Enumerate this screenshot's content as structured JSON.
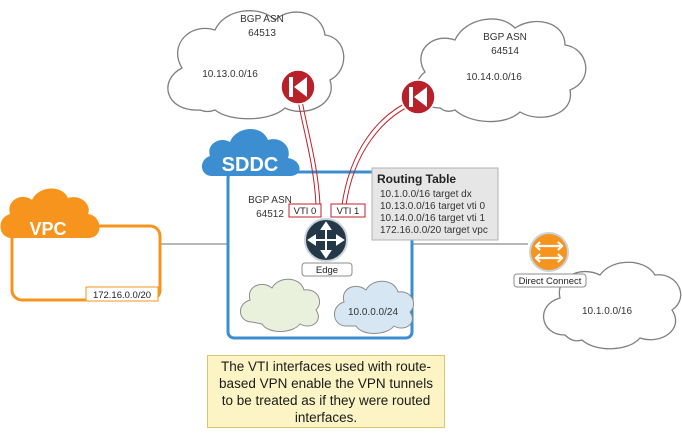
{
  "clouds": {
    "bgp_left": {
      "title": "BGP ASN",
      "asn": "64513",
      "cidr": "10.13.0.0/16"
    },
    "bgp_right": {
      "title": "BGP ASN",
      "asn": "64514",
      "cidr": "10.14.0.0/16"
    },
    "direct_connect": {
      "cidr": "10.1.0.0/16"
    }
  },
  "sddc": {
    "label": "SDDC",
    "bgp_title": "BGP ASN",
    "bgp_asn": "64512",
    "vti0": "VTI 0",
    "vti1": "VTI 1",
    "edge_label": "Edge",
    "segment_cidr": "10.0.0.0/24"
  },
  "vpc": {
    "label": "VPC",
    "cidr": "172.16.0.0/20"
  },
  "routing_table": {
    "title": "Routing Table",
    "rows": [
      "10.1.0.0/16 target dx",
      "10.13.0.0/16 target vti 0",
      "10.14.0.0/16 target vti 1",
      "172.16.0.0/20 target vpc"
    ]
  },
  "direct_connect": {
    "label": "Direct Connect"
  },
  "callout": {
    "text": "The VTI interfaces used with route-based VPN enable the VPN tunnels to be treated as if they were routed interfaces."
  },
  "colors": {
    "vpn_red": "#c0202a",
    "sddc_blue": "#3d8ed0",
    "vpc_orange": "#f7941d",
    "edge_dark": "#253847",
    "callout_fill": "#fcf4c4"
  }
}
